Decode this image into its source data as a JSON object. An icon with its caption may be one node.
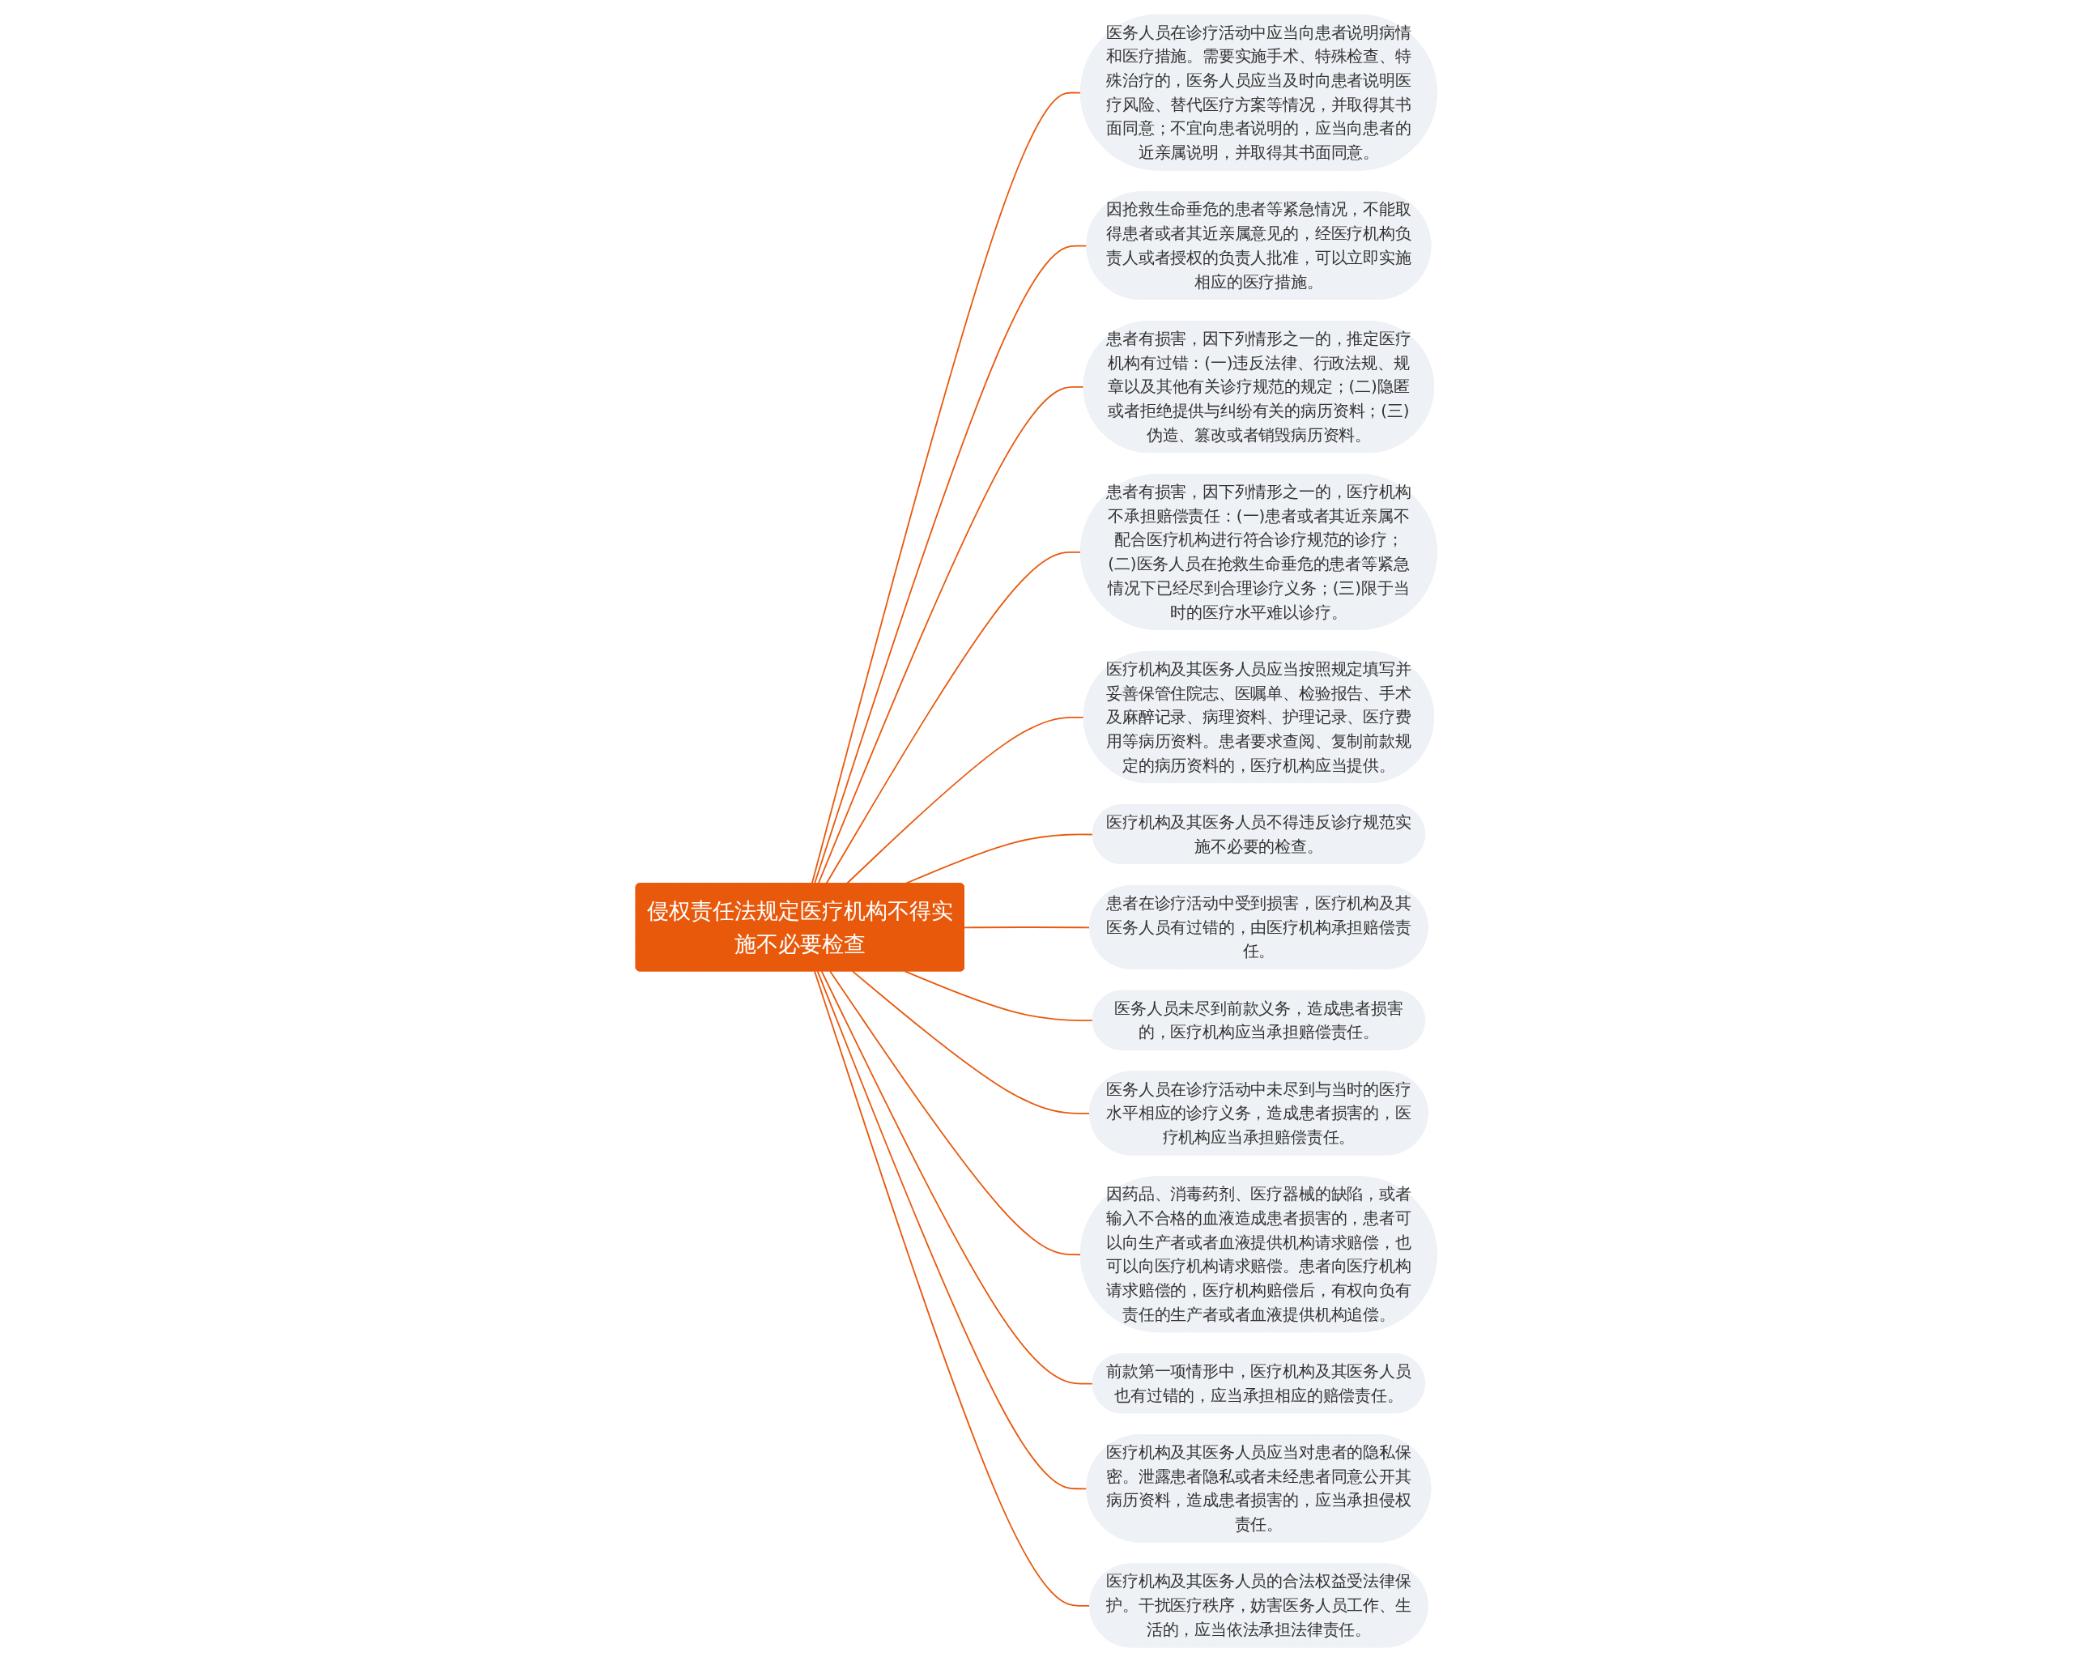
{
  "diagram": {
    "nodes": [
      {
        "text": [
          "侵权责任法规定医疗机构不得实施不必要检查"
        ]
      },
      {
        "text": [
          "医务人员在诊疗活动中应当向患者说明病情和医疗措施。需要实施手术、特殊检查、特殊治疗的，医务人员应当及时向患者说明医疗风险、替代医疗方案等情况，并取得其书面同意；不宜向患者说明的，应当向患者的近亲属说明，并取得其书面同意。"
        ]
      },
      {
        "text": [
          "因抢救生命垂危的患者等紧急情况，不能取得患者或者其近亲属意见的，经医疗机构负责人或者授权的负责人批准，可以立即实施相应的医疗措施。"
        ]
      },
      {
        "text": [
          "患者有损害，因下列情形之一的，推定医疗机构有过错：(一)违反法律、行政法规、规章以及其他有关诊疗规范的规定；(二)隐匿或者拒绝提供与纠纷有关的病历资料；(三)伪造、篡改或者销毁病历资料。"
        ]
      },
      {
        "text": [
          "患者有损害，因下列情形之一的，医疗机构不承担赔偿责任：(一)患者或者其近亲属不配合医疗机构进行符合诊疗规范的诊疗；(二)医务人员在抢救生命垂危的患者等紧急情况下已经尽到合理诊疗义务；(三)限于当时的医疗水平难以诊疗。"
        ]
      },
      {
        "text": [
          "医疗机构及其医务人员应当按照规定填写并妥善保管住院志、医嘱单、检验报告、手术及麻醉记录、病理资料、护理记录、医疗费用等病历资料。患者要求查阅、复制前款规定的病历资料的，医疗机构应当提供。"
        ]
      },
      {
        "text": [
          "医疗机构及其医务人员不得违反诊疗规范实施不必要的检查。"
        ]
      },
      {
        "text": [
          "患者在诊疗活动中受到损害，医疗机构及其医务人员有过错的，由医疗机构承担赔偿责任。"
        ]
      },
      {
        "text": [
          "医务人员未尽到前款义务，造成患者损害的，医疗机构应当承担赔偿责任。"
        ]
      },
      {
        "text": [
          "医务人员在诊疗活动中未尽到与当时的医疗水平相应的诊疗义务，造成患者损害的，医疗机构应当承担赔偿责任。"
        ]
      },
      {
        "text": [
          "因药品、消毒药剂、医疗器械的缺陷，或者输入不合格的血液造成患者损害的，患者可以向生产者或者血液提供机构请求赔偿，也可以向医疗机构请求赔偿。患者向医疗机构请求赔偿的，医疗机构赔偿后，有权向负有责任的生产者或者血液提供机构追偿。"
        ]
      },
      {
        "text": [
          "前款第一项情形中，医疗机构及其医务人员也有过错的，应当承担相应的赔偿责任。"
        ]
      },
      {
        "text": [
          "医疗机构及其医务人员应当对患者的隐私保密。泄露患者隐私或者未经患者同意公开其病历资料，造成患者损害的，应当承担侵权责任。"
        ]
      },
      {
        "text": [
          "医疗机构及其医务人员的合法权益受法律保护。干扰医疗秩序，妨害医务人员工作、生活的，应当依法承担法律责任。"
        ]
      }
    ],
    "edges": [
      {
        "from": 0,
        "to": 1,
        "arrow": "none"
      },
      {
        "from": 0,
        "to": 2,
        "arrow": "none"
      },
      {
        "from": 0,
        "to": 3,
        "arrow": "none"
      },
      {
        "from": 0,
        "to": 4,
        "arrow": "none"
      },
      {
        "from": 0,
        "to": 5,
        "arrow": "none"
      },
      {
        "from": 0,
        "to": 6,
        "arrow": "none"
      },
      {
        "from": 0,
        "to": 7,
        "arrow": "none"
      },
      {
        "from": 0,
        "to": 8,
        "arrow": "none"
      },
      {
        "from": 0,
        "to": 9,
        "arrow": "none"
      },
      {
        "from": 0,
        "to": 10,
        "arrow": "none"
      },
      {
        "from": 0,
        "to": 11,
        "arrow": "none"
      },
      {
        "from": 0,
        "to": 12,
        "arrow": "none"
      },
      {
        "from": 0,
        "to": 13,
        "arrow": "none"
      }
    ]
  }
}
